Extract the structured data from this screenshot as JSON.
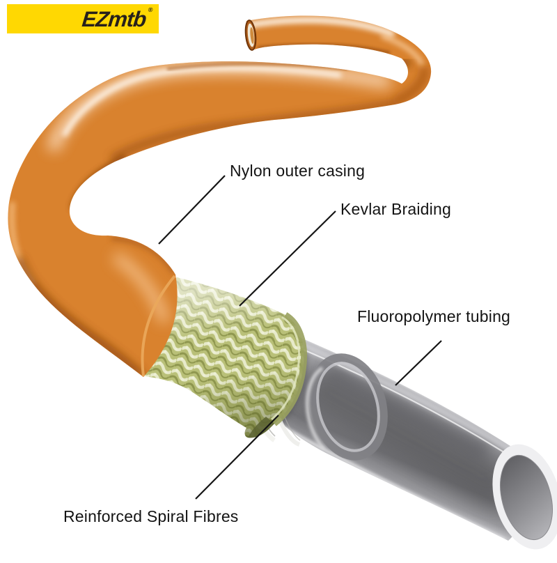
{
  "brand": {
    "name": "EZmtb",
    "registered_mark": "®"
  },
  "layers": [
    {
      "id": "nylon-outer-casing",
      "label": "Nylon outer casing"
    },
    {
      "id": "kevlar-braiding",
      "label": "Kevlar Braiding"
    },
    {
      "id": "fluoropolymer-tubing",
      "label": "Fluoropolymer tubing"
    },
    {
      "id": "reinforced-spiral-fibres",
      "label": "Reinforced Spiral Fibres"
    }
  ],
  "colors": {
    "logo_bg": "#FFD802",
    "logo_text": "#27211B",
    "casing_orange": "#D9822E",
    "braid_green": "#B9C078",
    "tubing_gray": "#8F8F93",
    "spiral_white": "#F2F2EE",
    "label_text": "#141414",
    "leader_line": "#141414"
  }
}
